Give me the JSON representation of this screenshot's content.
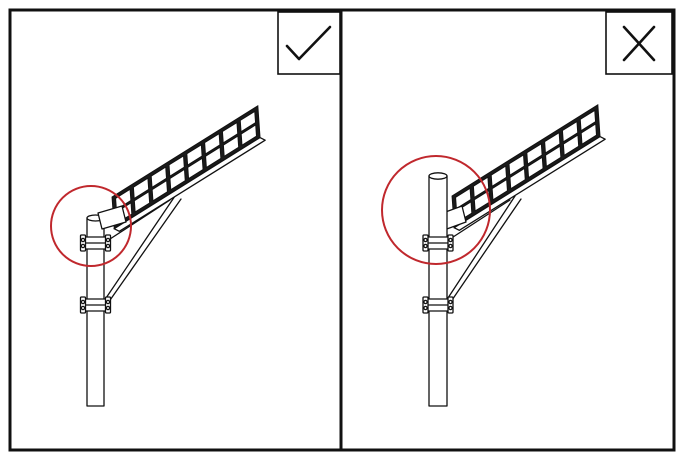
{
  "panels": [
    {
      "id": "correct",
      "verdict": "correct",
      "badge_icon": "check-mark-icon",
      "highlight": "bracket-mounted-below-panel"
    },
    {
      "id": "incorrect",
      "verdict": "incorrect",
      "badge_icon": "cross-mark-icon",
      "highlight": "pole-protrudes-above-panel"
    }
  ],
  "colors": {
    "frame": "#111111",
    "highlight_ring": "#c0282d",
    "panel_frame": "#1a1a1a",
    "background": "#ffffff"
  }
}
